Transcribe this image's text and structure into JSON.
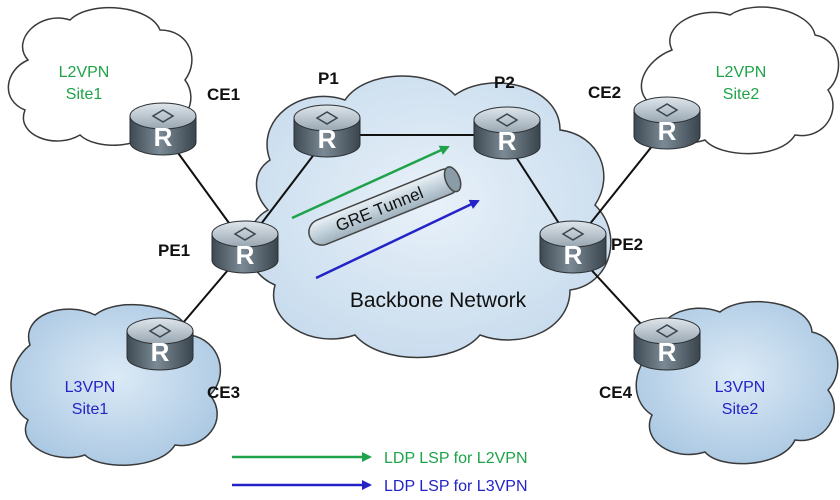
{
  "backbone": {
    "label": "Backbone Network"
  },
  "tunnel": {
    "label": "GRE Tunnel"
  },
  "router_glyph": "R",
  "routers": {
    "ce1": {
      "label": "CE1"
    },
    "ce2": {
      "label": "CE2"
    },
    "ce3": {
      "label": "CE3"
    },
    "ce4": {
      "label": "CE4"
    },
    "pe1": {
      "label": "PE1"
    },
    "pe2": {
      "label": "PE2"
    },
    "p1": {
      "label": "P1"
    },
    "p2": {
      "label": "P2"
    }
  },
  "sites": {
    "l2vpn_site1": {
      "line1": "L2VPN",
      "line2": "Site1"
    },
    "l2vpn_site2": {
      "line1": "L2VPN",
      "line2": "Site2"
    },
    "l3vpn_site1": {
      "line1": "L3VPN",
      "line2": "Site1"
    },
    "l3vpn_site2": {
      "line1": "L3VPN",
      "line2": "Site2"
    }
  },
  "legend": {
    "l2vpn": "LDP LSP for L2VPN",
    "l3vpn": "LDP LSP for L3VPN"
  },
  "colors": {
    "l2vpn": "#1fa34a",
    "l3vpn": "#2323c8",
    "router_body": "#5f6f7a",
    "router_top": "#b9c3cb",
    "cloud_white": "#ffffff",
    "cloud_blue": "#c6dcef",
    "backbone_fill": "#d3e4f3",
    "link": "#111111"
  }
}
